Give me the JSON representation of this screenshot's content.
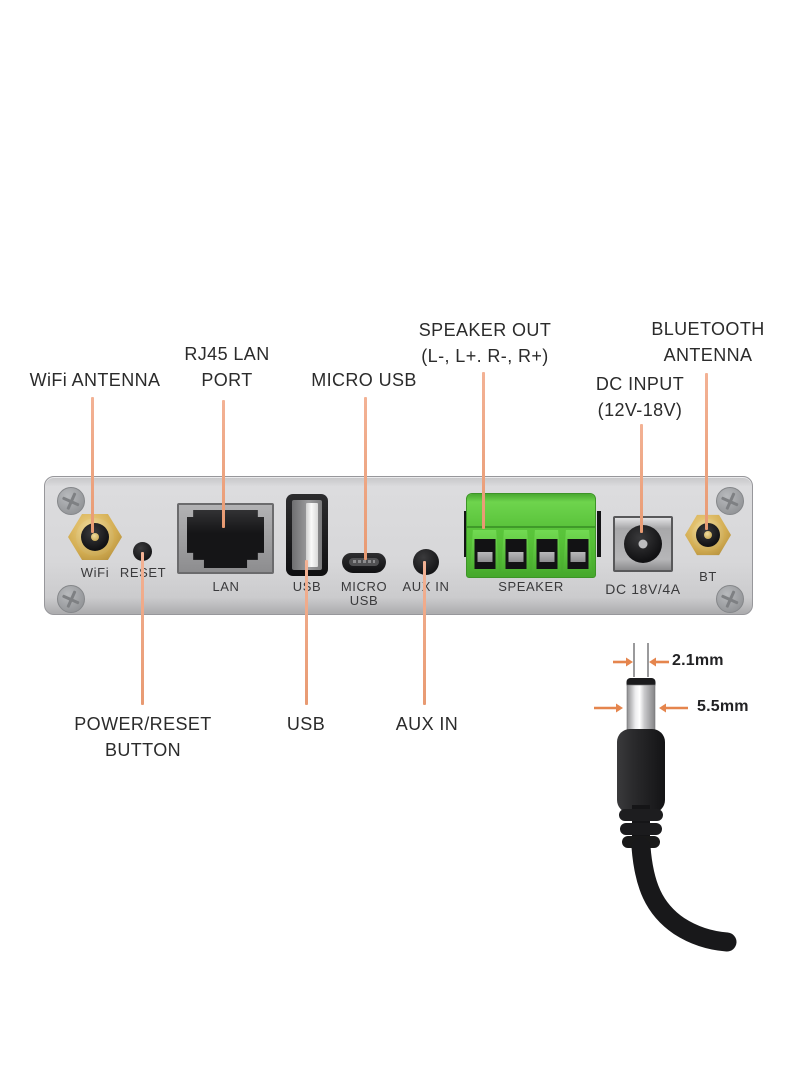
{
  "figure": "rear panel port diagram of wifi/bluetooth amplifier with DC plug detail",
  "colors": {
    "leader_line": "#ef9f7b",
    "dimension_arrow": "#e5854d",
    "panel_gray": "#d6d6d8",
    "terminal_green": "#5bc43c",
    "antenna_gold": "#d3ad52",
    "label_text": "#2b2b2b"
  },
  "annotations": {
    "wifi_antenna": "WiFi ANTENNA",
    "rj45_line1": "RJ45 LAN",
    "rj45_line2": "PORT",
    "micro_usb": "MICRO USB",
    "speaker_out_line1": "SPEAKER OUT",
    "speaker_out_line2": "(L-, L+. R-, R+)",
    "bluetooth_line1": "BLUETOOTH",
    "bluetooth_line2": "ANTENNA",
    "dc_input_line1": "DC INPUT",
    "dc_input_line2": "(12V-18V)",
    "power_reset_line1": "POWER/RESET",
    "power_reset_line2": "BUTTON",
    "usb": "USB",
    "aux_in": "AUX IN"
  },
  "panel_labels": {
    "wifi": "WiFi",
    "reset": "RESET",
    "lan": "LAN",
    "usb": "USB",
    "micro_line1": "MICRO",
    "micro_line2": "USB",
    "aux_in": "AUX IN",
    "speaker": "SPEAKER",
    "dc": "DC 18V/4A",
    "bt": "BT"
  },
  "plug_dimensions": {
    "pin_diameter": "2.1mm",
    "barrel_diameter": "5.5mm"
  }
}
